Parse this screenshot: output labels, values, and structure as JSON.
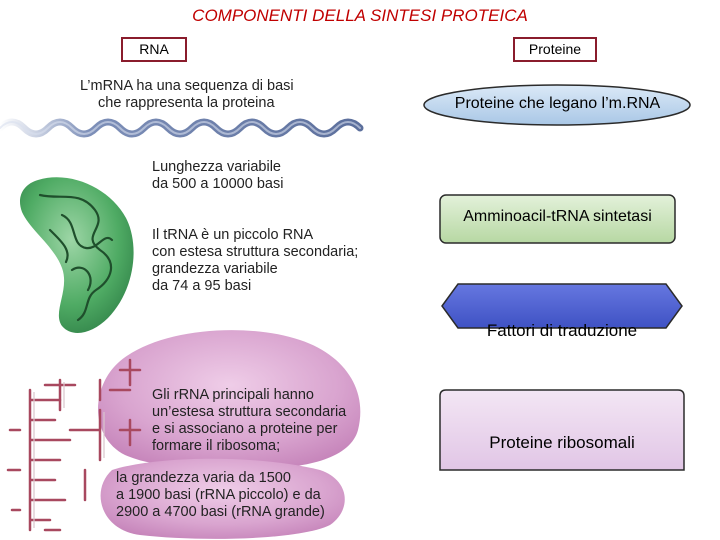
{
  "title": "COMPONENTI DELLA SINTESI PROTEICA",
  "headers": {
    "rna": "RNA",
    "proteins": "Proteine"
  },
  "left_texts": {
    "mrna": [
      "L’mRNA ha una sequenza di basi",
      "che rappresenta la proteina"
    ],
    "length": [
      "Lunghezza variabile",
      "da 500 a 10000 basi"
    ],
    "trna": [
      "Il tRNA è un piccolo RNA",
      "con estesa struttura secondaria;",
      "grandezza variabile",
      "da 74 a 95 basi"
    ],
    "rrna": [
      "Gli rRNA principali hanno",
      "un’estesa struttura secondaria",
      "e si associano a proteine per",
      "formare il ribosoma;"
    ],
    "rrna_size": [
      "la grandezza varia da 1500",
      "a 1900 basi (rRNA piccolo) e da",
      "2900 a 4700 basi (rRNA grande)"
    ]
  },
  "right_shapes": {
    "mrna_binding": "Proteine che legano l’m.RNA",
    "synthetase": "Amminoacil-tRNA sintetasi",
    "translation_factors": "Fattori di traduzione",
    "ribosomal": "Proteine ribosomali"
  },
  "colors": {
    "title": "#c00000",
    "header_border": "#8a1c2c",
    "ellipse_fill": "#bdd7ee",
    "synthetase_fill": "#c5e0b4",
    "factors_fill": "#4f61d0",
    "ribosomal_fill": "#e8d4ec",
    "green_blob": "#3f9e57",
    "pink_blob": "#d49acb",
    "wave": "#6a7ea6"
  }
}
